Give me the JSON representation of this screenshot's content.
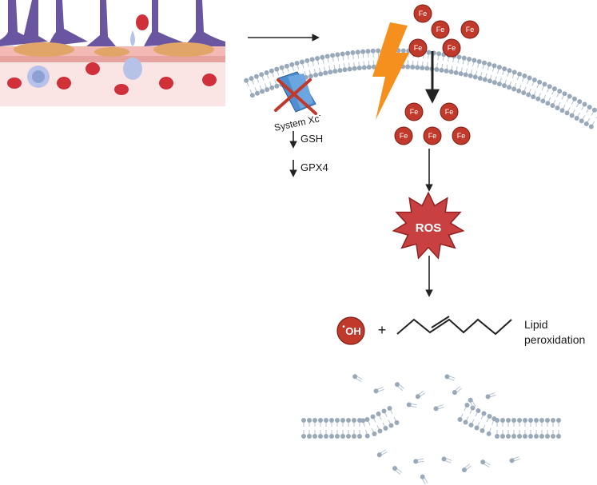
{
  "labels": {
    "transporter": "System Xc",
    "transporter_sup": "-",
    "gsh": "GSH",
    "gpx4": "GPX4",
    "iron": "Fe",
    "ros": "ROS",
    "hydroxyl": "OH",
    "hydroxyl_dot": "•",
    "plus": "+",
    "lipid_line1": "Lipid",
    "lipid_line2": "peroxidation"
  },
  "colors": {
    "membrane_head": "#9aa9ba",
    "membrane_tail": "#b4c2d2",
    "iron": "#c0392b",
    "iron_stroke": "#7d1f15",
    "lightning": "#f5901e",
    "ros_fill": "#c94040",
    "ros_stroke": "#8e2222",
    "transporter": "#4e8fd1",
    "cross": "#c0392b",
    "arrow": "#222222",
    "vessel_purple": "#6a55a0",
    "vessel_tan": "#e0a567",
    "vessel_pink": "#f7dcdc",
    "rbc": "#d0303a"
  },
  "icons": [
    "tissue-illustration",
    "lightning-icon",
    "iron-ion-icon",
    "ros-burst-icon",
    "transporter-icon",
    "inhibition-cross-icon",
    "down-arrow-icon",
    "hydroxyl-radical-icon",
    "lipid-chain-icon",
    "ruptured-membrane-icon"
  ]
}
